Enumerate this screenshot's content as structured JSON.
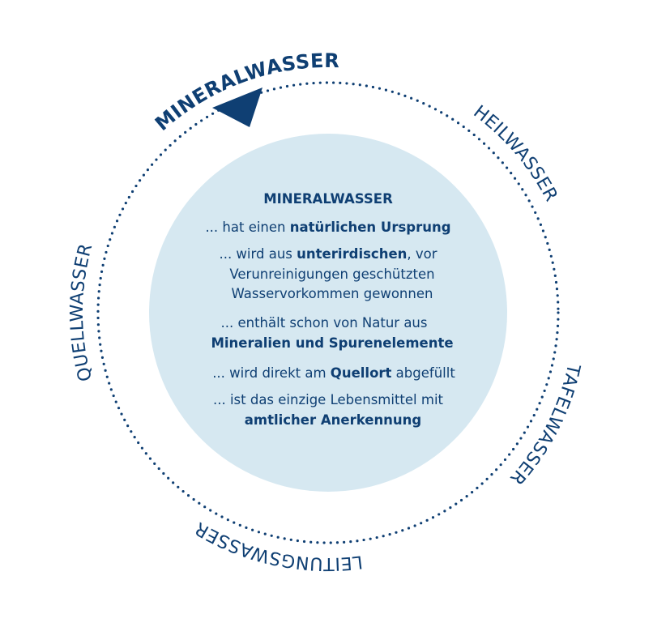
{
  "colors": {
    "primary": "#0f3f73",
    "circle_fill": "#d6e8f1"
  },
  "ring_labels": {
    "mineralwasser": "MINERALWASSER",
    "heilwasser": "HEILWASSER",
    "tafelwasser": "TAFELWASSER",
    "leitungswasser": "LEITUNGSWASSER",
    "quellwasser": "QUELLWASSER"
  },
  "center": {
    "title": "MINERALWASSER",
    "l1a": "... hat einen ",
    "l1b": "natürlichen Ursprung",
    "l2a": "... wird aus ",
    "l2b": "unterirdischen",
    "l2c": ", vor",
    "l3": "Verunreinigungen geschützten",
    "l4": "Wasservorkommen gewonnen",
    "l5": "... enthält schon von Natur aus",
    "l6": "Mineralien und Spurenelemente",
    "l7a": "... wird direkt am ",
    "l7b": "Quellort",
    "l7c": " abgefüllt",
    "l8": "... ist das einzige Lebensmittel mit",
    "l9": "amtlicher Anerkennung"
  }
}
